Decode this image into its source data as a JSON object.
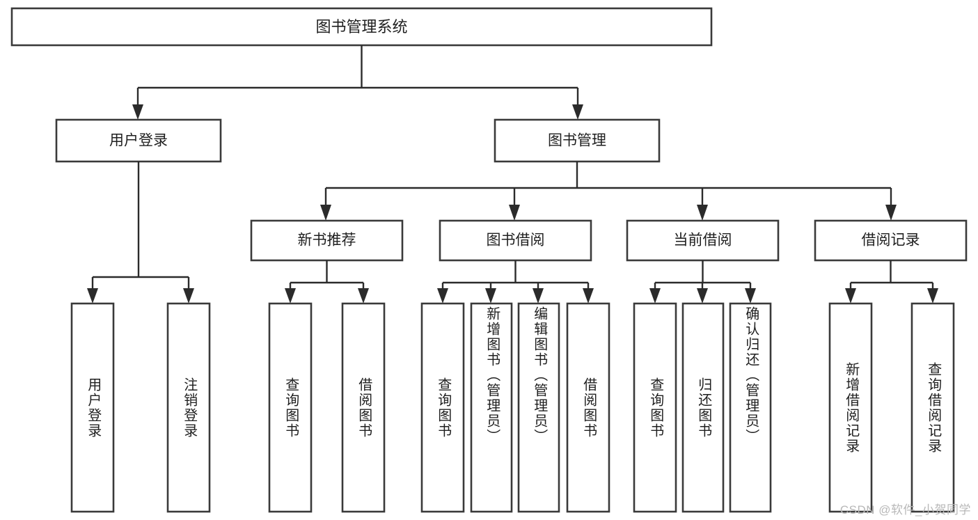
{
  "diagram": {
    "type": "tree-hierarchy",
    "orientation": "top-down",
    "colors": {
      "background": "#ffffff",
      "box_fill": "#ffffff",
      "box_stroke": "#3a3a3a",
      "connector": "#2b2b2b",
      "text": "#1f1f1f",
      "watermark": "#b8b8b8"
    },
    "root": {
      "label": "图书管理系统"
    },
    "level2": [
      {
        "label": "用户登录"
      },
      {
        "label": "图书管理"
      }
    ],
    "level3": [
      {
        "label": "新书推荐"
      },
      {
        "label": "图书借阅"
      },
      {
        "label": "当前借阅"
      },
      {
        "label": "借阅记录"
      }
    ],
    "leaves": {
      "user_login": [
        {
          "label": "用户登录"
        },
        {
          "label": "注销登录"
        }
      ],
      "new_book_recommend": [
        {
          "label": "查询图书"
        },
        {
          "label": "借阅图书"
        }
      ],
      "book_borrow": [
        {
          "label": "查询图书"
        },
        {
          "label": "新增图书（管理员）"
        },
        {
          "label": "编辑图书（管理员）"
        },
        {
          "label": "借阅图书"
        }
      ],
      "current_borrow": [
        {
          "label": "查询图书"
        },
        {
          "label": "归还图书"
        },
        {
          "label": "确认归还（管理员）"
        }
      ],
      "borrow_record": [
        {
          "label": "新增借阅记录"
        },
        {
          "label": "查询借阅记录"
        }
      ]
    },
    "watermark": "CSDN @软件_小贺同学"
  }
}
